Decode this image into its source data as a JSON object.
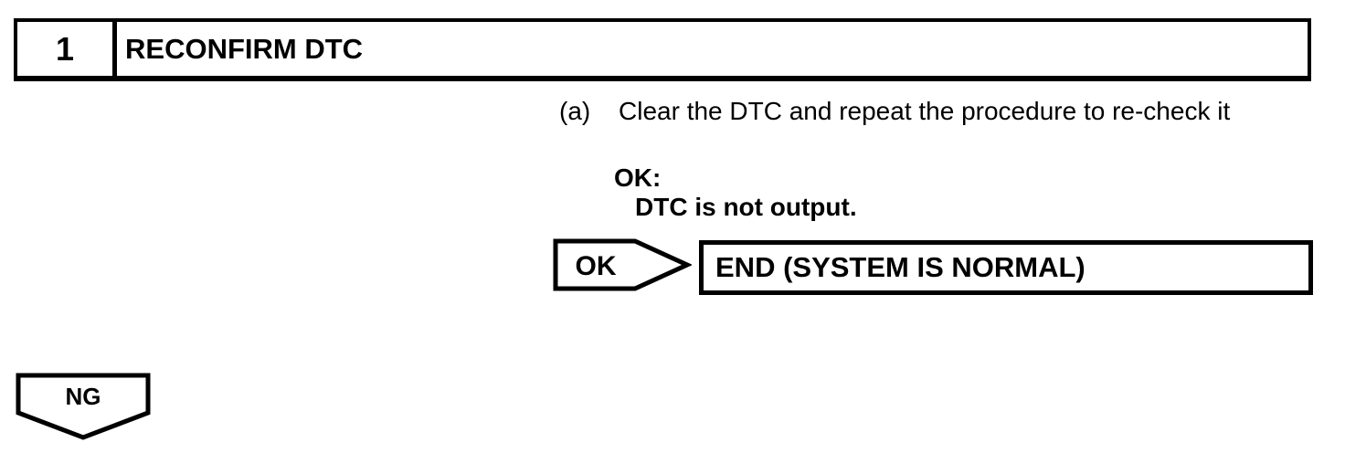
{
  "colors": {
    "ink": "#000000",
    "paper": "#ffffff"
  },
  "step_header": {
    "number": "1",
    "title": "RECONFIRM DTC"
  },
  "instruction": {
    "marker": "(a)",
    "text": "Clear the DTC and repeat the procedure to re-check it"
  },
  "ok_criteria": {
    "label": "OK:",
    "condition": "DTC is not output."
  },
  "ok_branch": {
    "connector_label": "OK",
    "result": "END (SYSTEM IS NORMAL)"
  },
  "ng_branch": {
    "connector_label": "NG"
  }
}
